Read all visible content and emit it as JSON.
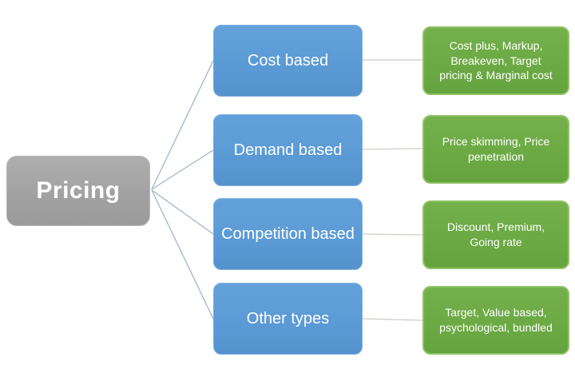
{
  "diagram": {
    "title_node": {
      "label": "Pricing"
    },
    "rows": [
      {
        "category": "Cost based",
        "details": "Cost plus, Markup,\nBreakeven, Target\npricing & Marginal cost"
      },
      {
        "category": "Demand based",
        "details": "Price skimming, Price\npenetration"
      },
      {
        "category": "Competition based",
        "details": "Discount, Premium,\nGoing rate"
      },
      {
        "category": "Other types",
        "details": "Target, Value based,\npsychological, bundled"
      }
    ],
    "colors": {
      "root_fill": "#a2a2a2",
      "category_fill": "#5b9bd5",
      "detail_fill": "#6caa44",
      "fan_connector": "#a3b5c8",
      "straight_connector": "#ccccc6",
      "text": "#ffffff",
      "background": "#ffffff"
    }
  }
}
